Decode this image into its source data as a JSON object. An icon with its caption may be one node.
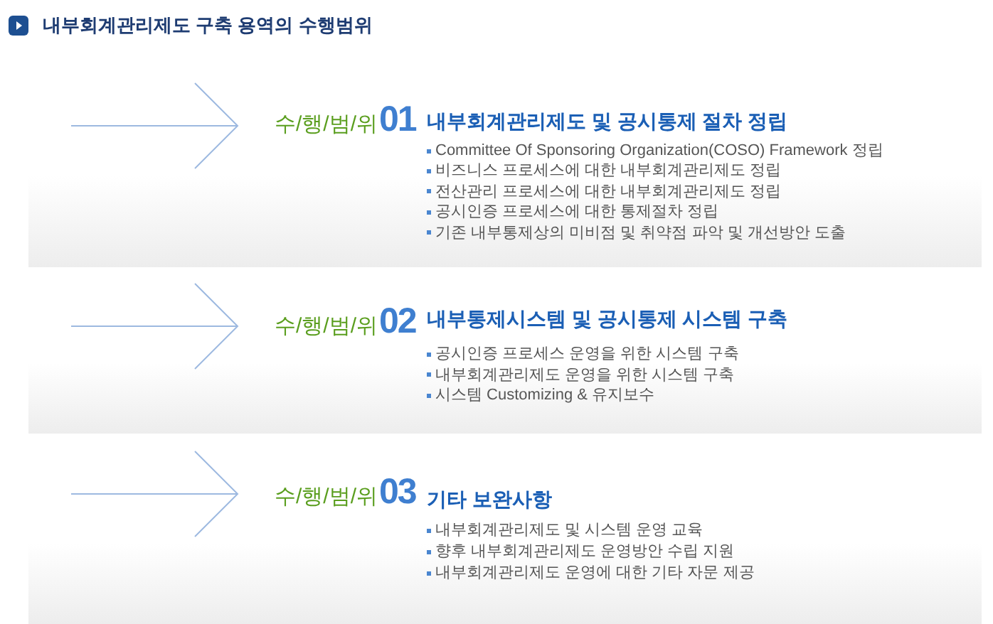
{
  "diagram": {
    "title": "내부회계관리제도 구축 용역의 수행범위",
    "nodes": [
      {
        "text": [
          "수/행/범/위**01**",
          "내부회계관리제도 및 공시통제 절차 정립",
          "Committee Of Sponsoring Organization(COSO) Framework 정립",
          "비즈니스 프로세스에 대한 내부회계관리제도 정립",
          "전산관리 프로세스에 대한 내부회계관리제도 정립",
          "공시인증 프로세스에 대한 통제절차 정립",
          "기존 내부통제상의 미비점 및 취약점 파악 및 개선방안 도출"
        ]
      },
      {
        "text": [
          "수/행/범/위**02**",
          "내부통제시스템 및 공시통제 시스템 구축",
          "공시인증 프로세스 운영을 위한 시스템 구축",
          "내부회계관리제도 운영을 위한 시스템 구축",
          "시스템 Customizing & 유지보수"
        ]
      },
      {
        "text": [
          "수/행/범/위**03**",
          "기타 보완사항",
          "내부회계관리제도 및 시스템 운영 교육",
          "향후 내부회계관리제도 운영방안 수립 지원",
          "내부회계관리제도 운영에 대한 기타 자문 제공"
        ]
      }
    ]
  }
}
